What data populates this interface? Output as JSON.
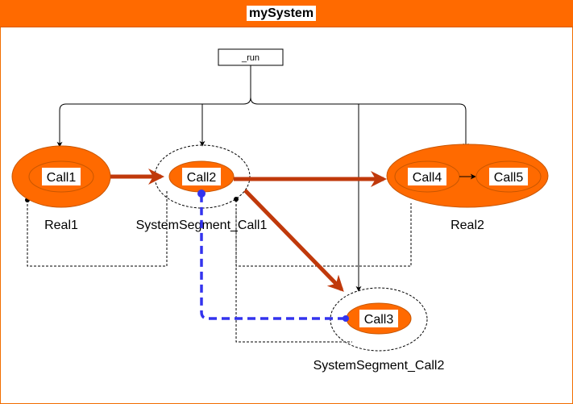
{
  "title": "mySystem",
  "nodes": {
    "run": "_run",
    "call1": "Call1",
    "call2": "Call2",
    "call3": "Call3",
    "call4": "Call4",
    "call5": "Call5"
  },
  "groups": {
    "real1": "Real1",
    "real2": "Real2",
    "segment_call1": "SystemSegment_Call1",
    "segment_call2": "SystemSegment_Call2"
  },
  "colors": {
    "accent": "#ff6a00",
    "flow_arrow": "#c0390b",
    "reset_link": "#3333ee"
  }
}
